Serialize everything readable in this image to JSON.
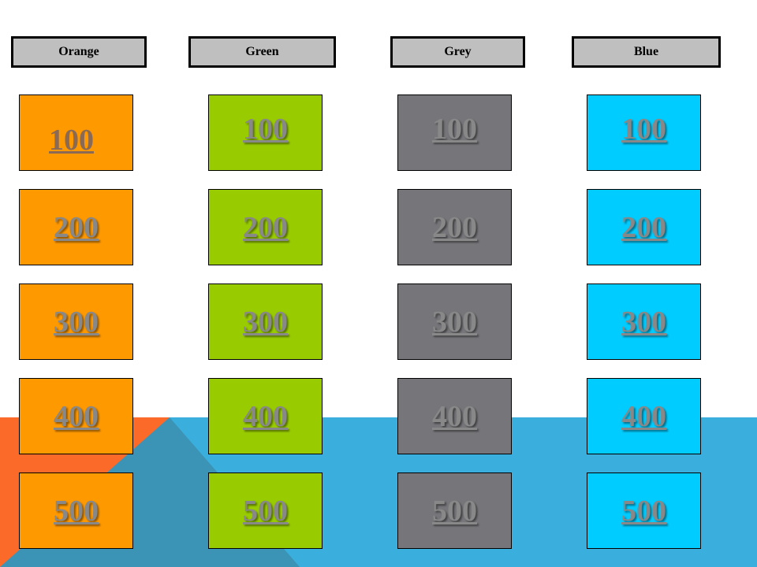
{
  "colors": {
    "orange": "#ff9900",
    "green": "#99cc00",
    "grey": "#76767a",
    "blue": "#00ccff",
    "bg_blue": "#3aaedd",
    "bg_orange": "#fb6a28",
    "bg_dark": "#3b93b5"
  },
  "headers": [
    "Orange",
    "Green",
    "Grey",
    "Blue"
  ],
  "board": {
    "orange": [
      "100",
      "200",
      "300",
      "400",
      "500"
    ],
    "green": [
      "100",
      "200",
      "300",
      "400",
      "500"
    ],
    "grey": [
      "100",
      "200",
      "300",
      "400",
      "500"
    ],
    "blue": [
      "100",
      "200",
      "300",
      "400",
      "500"
    ]
  }
}
